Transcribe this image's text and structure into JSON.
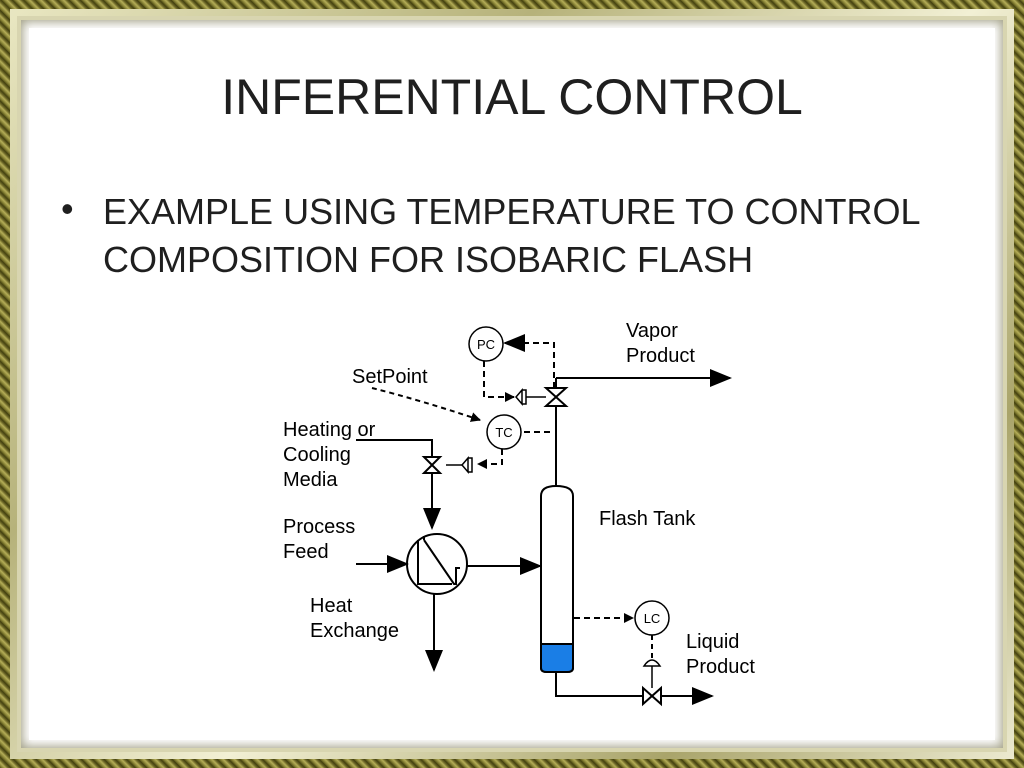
{
  "slide": {
    "title": "INFERENTIAL CONTROL",
    "bullet": "EXAMPLE USING TEMPERATURE TO CONTROL COMPOSITION FOR ISOBARIC FLASH"
  },
  "diagram": {
    "vapor_product_line1": "Vapor",
    "vapor_product_line2": "Product",
    "setpoint": "SetPoint",
    "heating_line1": "Heating or",
    "heating_line2": "Cooling",
    "heating_line3": "Media",
    "process_feed_line1": "Process",
    "process_feed_line2": "Feed",
    "heat_exchange_line1": "Heat",
    "heat_exchange_line2": "Exchange",
    "flash_tank": "Flash Tank",
    "liquid_product_line1": "Liquid",
    "liquid_product_line2": "Product",
    "pc": "PC",
    "tc": "TC",
    "lc": "LC"
  },
  "colors": {
    "liquid_level": "#1a7ee6",
    "frame_gold": "#8a8538"
  }
}
